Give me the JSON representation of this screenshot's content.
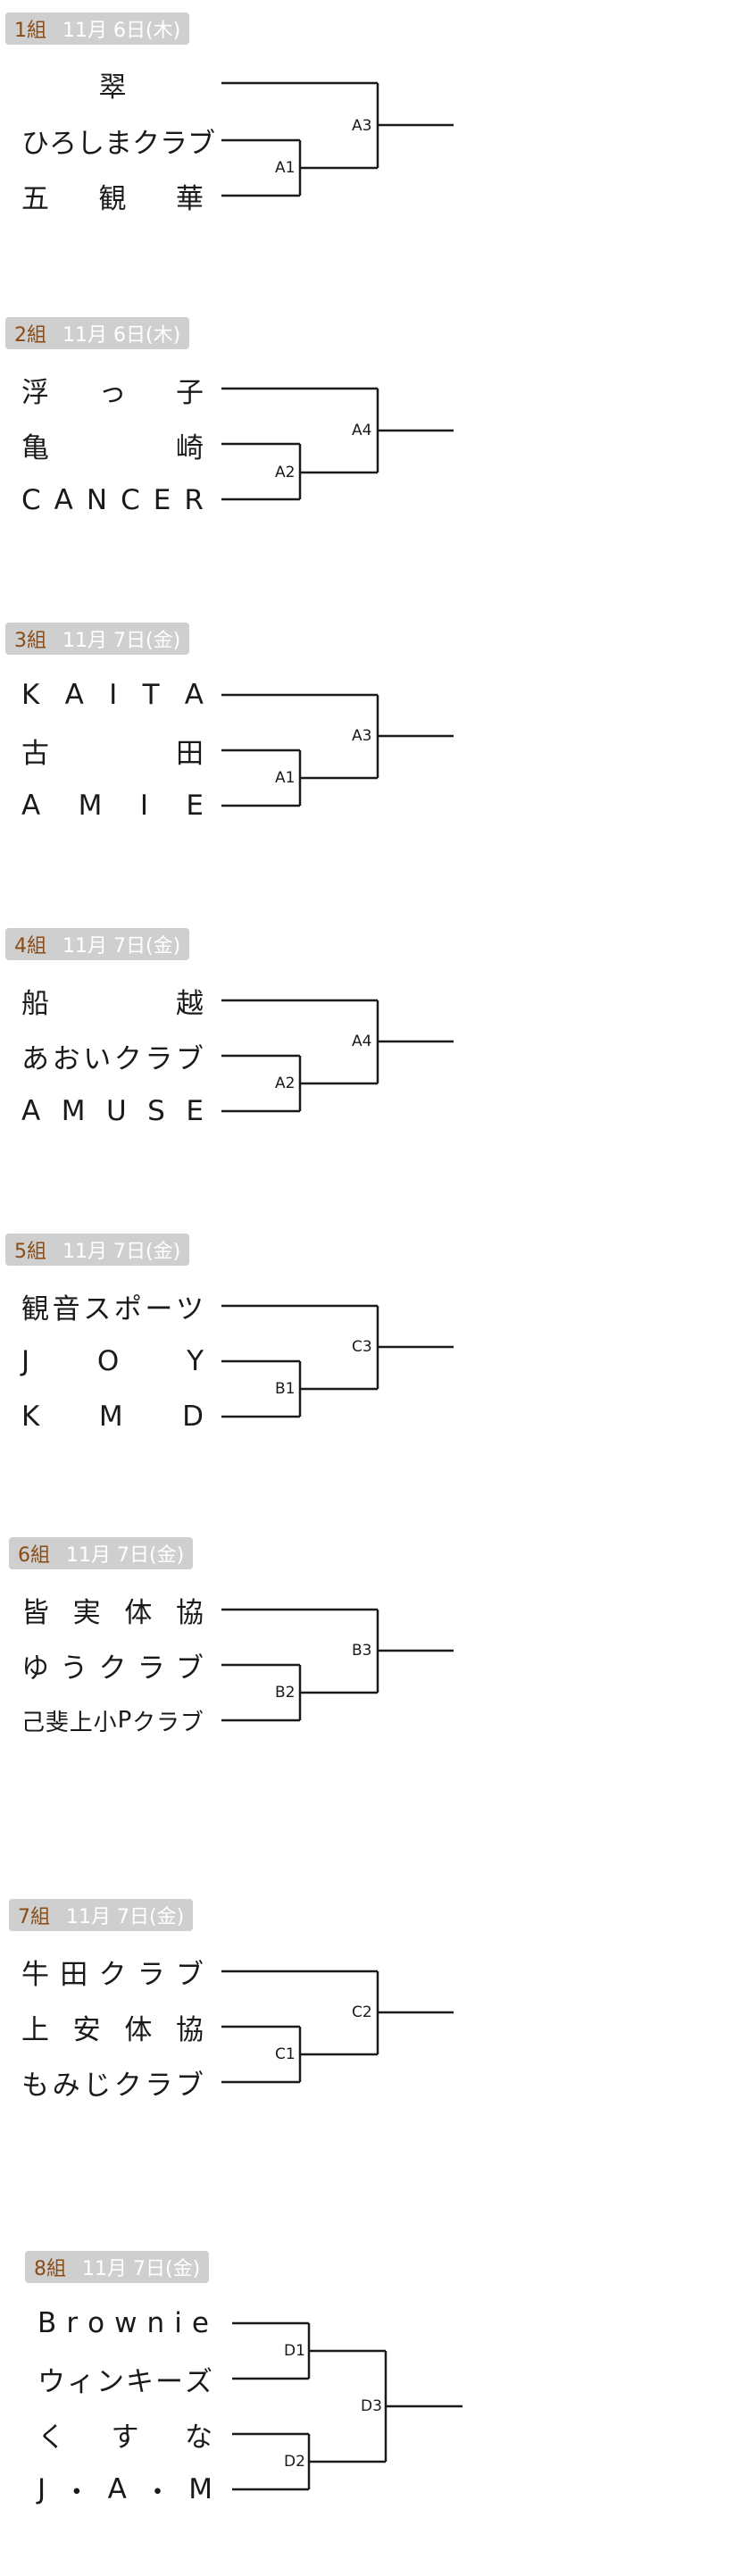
{
  "groups": [
    {
      "name": "1組",
      "date": "11月 6日(木)",
      "teams": [
        "翠",
        "ひろしまクラブ",
        "五 観 華"
      ],
      "match_semi": "A1",
      "match_final": "A3"
    },
    {
      "name": "2組",
      "date": "11月 6日(木)",
      "teams": [
        "浮 っ 子",
        "亀 崎",
        "CANCER"
      ],
      "match_semi": "A2",
      "match_final": "A4"
    },
    {
      "name": "3組",
      "date": "11月 7日(金)",
      "teams": [
        "KAITA",
        "古 田",
        "AMIE"
      ],
      "match_semi": "A1",
      "match_final": "A3"
    },
    {
      "name": "4組",
      "date": "11月 7日(金)",
      "teams": [
        "船 越",
        "あおいクラブ",
        "AMUSE"
      ],
      "match_semi": "A2",
      "match_final": "A4"
    },
    {
      "name": "5組",
      "date": "11月 7日(金)",
      "teams": [
        "観音スポーツ",
        "J O Y",
        "K M D"
      ],
      "match_semi": "B1",
      "match_final": "C3"
    },
    {
      "name": "6組",
      "date": "11月 7日(金)",
      "teams": [
        "皆実体協",
        "ゆうクラブ",
        "己斐上小Pクラブ"
      ],
      "match_semi": "B2",
      "match_final": "B3"
    },
    {
      "name": "7組",
      "date": "11月 7日(金)",
      "teams": [
        "牛田クラブ",
        "上安体協",
        "もみじクラブ"
      ],
      "match_semi": "C1",
      "match_final": "C2"
    }
  ],
  "group8": {
    "name": "8組",
    "date": "11月 7日(金)",
    "teams": [
      "Brownie",
      "ウィンキーズ",
      "く す な",
      "J・A・M"
    ],
    "match_a": "D1",
    "match_b": "D2",
    "match_final": "D3"
  }
}
